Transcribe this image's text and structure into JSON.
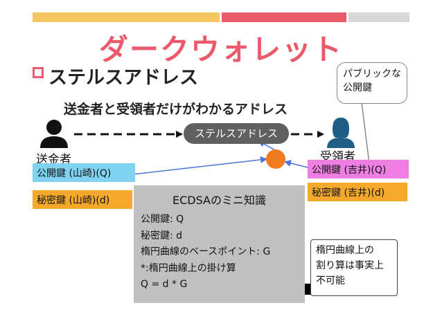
{
  "header_bars": {
    "colors": [
      "#f6c761",
      "#ea5a6a",
      "#d8d8d8"
    ]
  },
  "slide": {
    "title": "ダークウォレット",
    "section": "ステルスアドレス",
    "description": "送金者と受領者だけがわかるアドレス"
  },
  "sender": {
    "label": "送金者",
    "public_key": "公開鍵 (山崎)(Q)",
    "private_key": "秘密鍵 (山崎)(d)"
  },
  "receiver": {
    "label": "受領者",
    "public_key": "公開鍵 (吉井)(Q)",
    "private_key": "秘密鍵 (吉井)(d)"
  },
  "stealth_address": {
    "label": "ステルスアドレス"
  },
  "public_key_callout": {
    "line1": "パブリックな",
    "line2": "公開鍵"
  },
  "ecdsa": {
    "heading": "ECDSAのミニ知識",
    "lines": [
      "公開鍵: Q",
      "秘密鍵: d",
      "楕円曲線のベースポイント: G",
      "*:楕円曲線上の掛け算",
      "Q = d * G"
    ]
  },
  "division_callout": {
    "line1": "楕円曲線上の",
    "line2": "割り算は事実上",
    "line3": "不可能"
  },
  "colors": {
    "title": "#ea5a6a",
    "sender_public_bg": "#7fd3f0",
    "sender_private_bg": "#f4a92b",
    "receiver_public_bg": "#ef7ee3",
    "receiver_private_bg": "#f4a92b",
    "orange_dot": "#f07a1f",
    "arrow_blue": "#4a74d8",
    "ecdsa_bg": "#c0c0c0"
  },
  "icons": {
    "sender": "person-silhouette-icon",
    "receiver": "person-silhouette-icon"
  }
}
